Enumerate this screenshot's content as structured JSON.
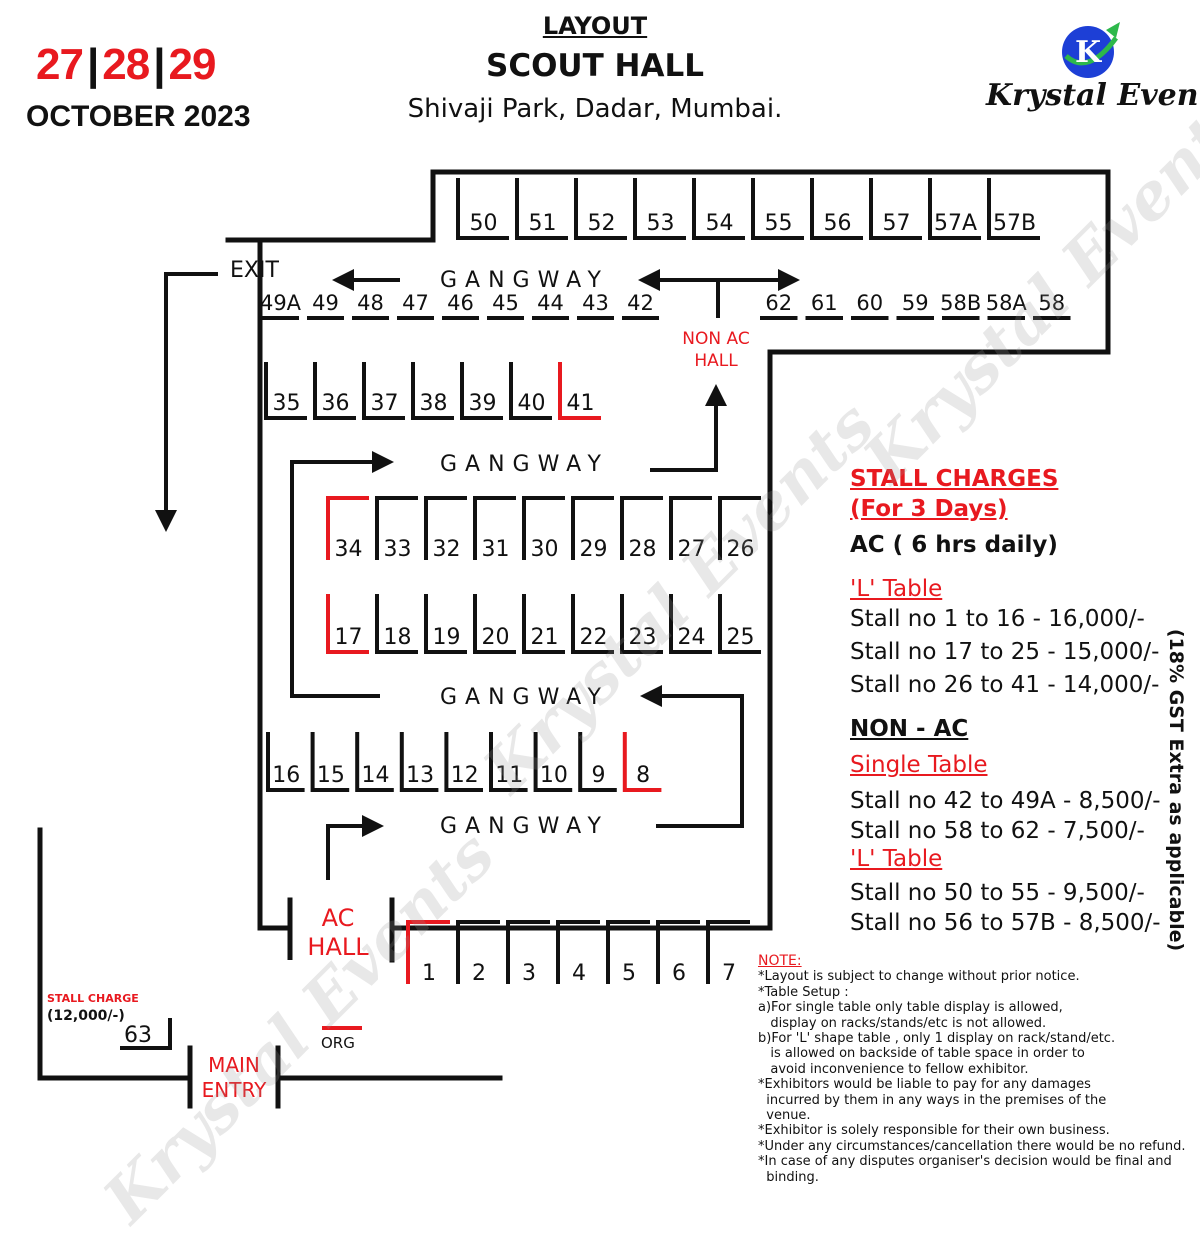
{
  "header": {
    "dates": [
      "27",
      "28",
      "29"
    ],
    "month": "OCTOBER 2023",
    "layout_label": "LAYOUT",
    "venue": "SCOUT HALL",
    "address": "Shivaji Park, Dadar, Mumbai."
  },
  "brand": {
    "name": "Krystal Events",
    "logo_letter": "K"
  },
  "floor": {
    "exit": "EXIT",
    "gangway": "GANGWAY",
    "non_ac_hall": [
      "NON AC",
      "HALL"
    ],
    "ac_hall": [
      "AC",
      "HALL"
    ],
    "main_entry": [
      "MAIN",
      "ENTRY"
    ],
    "org": "ORG",
    "outside_stall_charge": "STALL CHARGE",
    "outside_stall_amount": "(12,000/-)",
    "stalls": {
      "top_row": [
        "50",
        "51",
        "52",
        "53",
        "54",
        "55",
        "56",
        "57",
        "57A",
        "57B"
      ],
      "row_42": [
        "49A",
        "49",
        "48",
        "47",
        "46",
        "45",
        "44",
        "43",
        "42"
      ],
      "row_58": [
        "62",
        "61",
        "60",
        "59",
        "58B",
        "58A",
        "58"
      ],
      "row_35": [
        "35",
        "36",
        "37",
        "38",
        "39",
        "40",
        "41"
      ],
      "row_26": [
        "34",
        "33",
        "32",
        "31",
        "30",
        "29",
        "28",
        "27",
        "26"
      ],
      "row_17": [
        "17",
        "18",
        "19",
        "20",
        "21",
        "22",
        "23",
        "24",
        "25"
      ],
      "row_8": [
        "16",
        "15",
        "14",
        "13",
        "12",
        "11",
        "10",
        "9",
        "8"
      ],
      "row_1": [
        "1",
        "2",
        "3",
        "4",
        "5",
        "6",
        "7"
      ],
      "outside": "63"
    }
  },
  "charges": {
    "title": "STALL CHARGES",
    "subtitle": "(For 3 Days)",
    "ac_heading": "AC ( 6 hrs daily)",
    "ac_table_type": "'L' Table",
    "ac_lines": [
      "Stall no 1 to 16 - 16,000/-",
      "Stall no 17 to 25 - 15,000/-",
      "Stall no 26 to 41 - 14,000/-"
    ],
    "non_ac_heading": "NON - AC",
    "single_table": "Single Table",
    "single_lines": [
      "Stall no 42 to 49A - 8,500/-",
      "Stall no 58 to 62 - 7,500/-"
    ],
    "l_table": "'L' Table",
    "l_lines": [
      "Stall no 50 to 55 - 9,500/-",
      "Stall no 56 to 57B - 8,500/-"
    ],
    "gst_note": "(18% GST Extra as applicable)"
  },
  "notes": {
    "heading": "NOTE:",
    "lines": [
      "*Layout is subject to change without prior notice.",
      "*Table Setup :",
      "a)For single table only table display is allowed,",
      "   display on racks/stands/etc is not allowed.",
      "b)For 'L' shape table , only 1 display on rack/stand/etc.",
      "   is allowed on backside of table space in order to",
      "   avoid inconvenience to fellow exhibitor.",
      "*Exhibitors would be liable to pay for any damages",
      "  incurred by them in any ways in the premises of the",
      "  venue.",
      "*Exhibitor is solely responsible for their own business.",
      "*Under any circumstances/cancellation there would be no refund.",
      "*In case of any disputes organiser's decision would be final and",
      "  binding."
    ]
  },
  "colors": {
    "accent_red": "#e8191f",
    "line_black": "#111111",
    "logo_blue": "#1d3fd6",
    "logo_green": "#2db84b"
  }
}
